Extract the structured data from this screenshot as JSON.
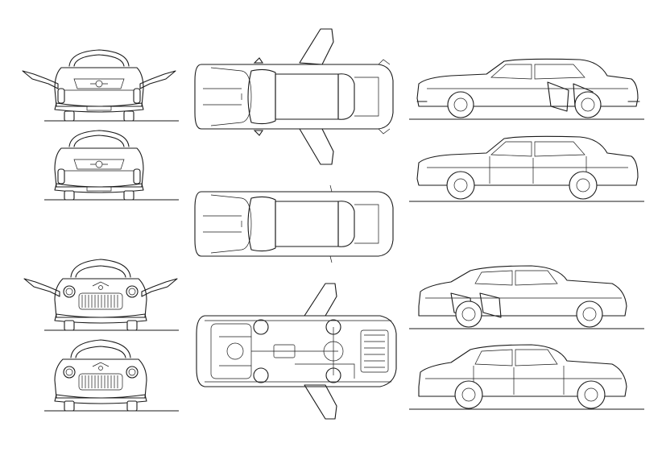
{
  "drawing": {
    "subject": "sedan-blueprint",
    "views": [
      {
        "id": "rear-open",
        "kind": "rear view, doors open"
      },
      {
        "id": "rear",
        "kind": "rear view"
      },
      {
        "id": "top-open",
        "kind": "top view, doors open"
      },
      {
        "id": "top",
        "kind": "top view"
      },
      {
        "id": "underside",
        "kind": "underside view, doors open"
      },
      {
        "id": "side-right-open",
        "kind": "right side view, doors open"
      },
      {
        "id": "side-right",
        "kind": "right side view"
      },
      {
        "id": "front-open",
        "kind": "front view, doors open"
      },
      {
        "id": "front",
        "kind": "front view"
      },
      {
        "id": "side-left-open",
        "kind": "left side view, doors open"
      },
      {
        "id": "side-left",
        "kind": "left side view"
      }
    ],
    "colors": {
      "line": "#1a1a1a",
      "background": "#ffffff"
    }
  }
}
